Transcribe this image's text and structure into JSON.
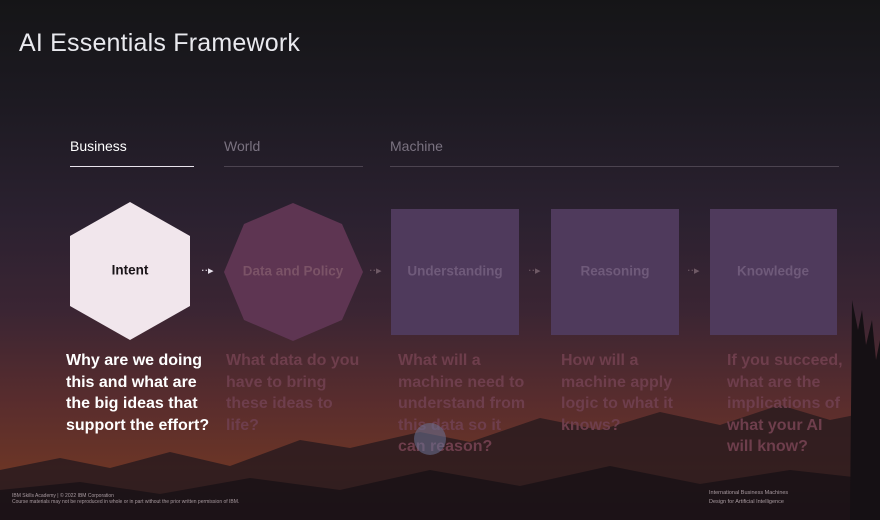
{
  "slide": {
    "title": "AI Essentials Framework"
  },
  "tabs": [
    {
      "label": "Business",
      "active": true
    },
    {
      "label": "World",
      "active": false
    },
    {
      "label": "Machine",
      "active": false
    }
  ],
  "steps": [
    {
      "label": "Intent",
      "shape": "hexagon",
      "question_lines": [
        "Why are we doing",
        "this and what are",
        "the big ideas that",
        "support the effort?"
      ]
    },
    {
      "label": "Data and Policy",
      "shape": "octagon",
      "question_lines": [
        "What data do you",
        "have to bring",
        "these ideas to",
        "life?"
      ]
    },
    {
      "label": "Understanding",
      "shape": "square",
      "question_lines": [
        "What will a",
        "machine need to",
        "understand from",
        "this data so it",
        "can reason?"
      ]
    },
    {
      "label": "Reasoning",
      "shape": "square",
      "question_lines": [
        "How will a",
        "machine apply",
        "logic to what it",
        "knows?"
      ]
    },
    {
      "label": "Knowledge",
      "shape": "square",
      "question_lines": [
        "If you succeed,",
        "what are the",
        "implications of",
        "what your AI",
        "will know?"
      ]
    }
  ],
  "arrow_glyph": "··▸",
  "footer": {
    "left_line1": "IBM Skills Academy | © 2022 IBM Corporation",
    "left_line2": "Course materials may not be reproduced in whole or in part without the prior written permission of IBM.",
    "right_line1": "International Business Machines",
    "right_line2": "Design for Artificial Intelligence"
  },
  "colors": {
    "active_text": "#ffffff",
    "active_shape": "#f1e6ec",
    "inactive_text": "#7a4a5e",
    "square_fill": "#4f3a5c",
    "octagon_fill": "#5e3552"
  }
}
